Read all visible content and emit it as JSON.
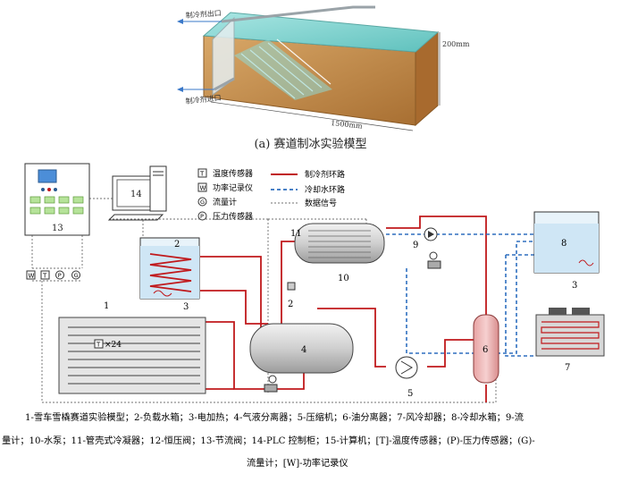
{
  "top_model": {
    "outlet_label": "制冷剂出口",
    "inlet_label": "制冷剂进口",
    "dim_height": "200mm",
    "dim_length": "1500mm",
    "caption": "(a)  赛道制冰实验模型"
  },
  "legend_box": {
    "temp_sensor": "温度传感器",
    "power_recorder": "功率记录仪",
    "flow_meter": "流量计",
    "pressure_sensor": "压力传感器",
    "refrigerant_loop": "制冷剂环路",
    "chilled_water_loop": "冷却水环路",
    "data_signal": "数据信号"
  },
  "symbols": {
    "T": "T",
    "W": "W",
    "P": "P",
    "G": "G"
  },
  "components": {
    "n1": "1",
    "n2": "2",
    "n2b": "2",
    "n3": "3",
    "n3b": "3",
    "n4": "4",
    "n5": "5",
    "n6": "6",
    "n7": "7",
    "n8": "8",
    "n9": "9",
    "n10": "10",
    "n11": "11",
    "n13": "13",
    "n14": "14",
    "track_sensor_count": "×24"
  },
  "legend_lines": {
    "line1": "1-雪车雪橇赛道实验模型；2-负载水箱；3-电加热；4-气液分离器；5-压缩机；6-油分离器；7-风冷却器；8-冷却水箱；9-流",
    "line2": "量计；10-水泵；11-管壳式冷凝器；12-恒压阀；13-节流阀；14-PLC 控制柜；15-计算机；[T]-温度传感器；(P)-压力传感器；(G)-",
    "line3": "流量计；[W]-功率记录仪"
  },
  "colors": {
    "refrigerant": "#c0191c",
    "water": "#2f6fbf",
    "signal": "#444444",
    "wood": "#c08a4a",
    "ice": "#7fd3d0"
  }
}
